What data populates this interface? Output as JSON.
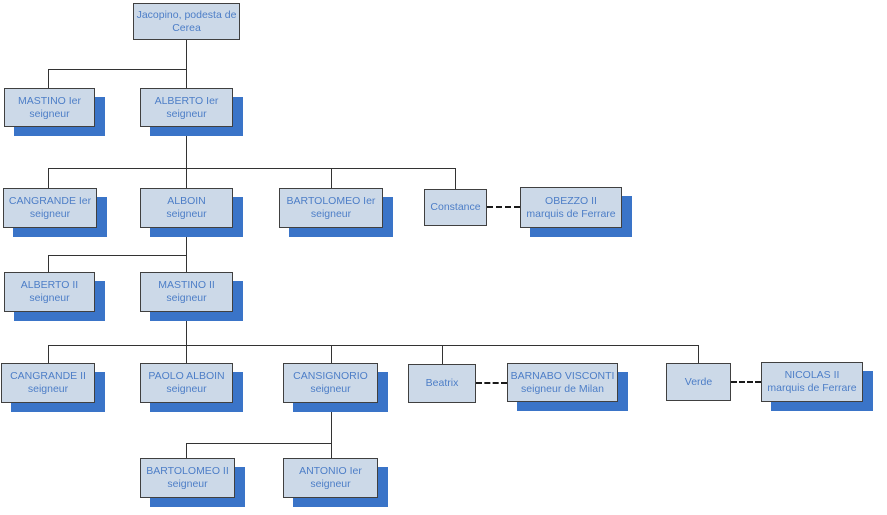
{
  "diagram": {
    "type": "family-tree",
    "description": "Genealogy chart of the seigneurs (Scaliger lords) descending from Jacopino, podesta de Cerea",
    "colors": {
      "box_fill": "#ccd9e8",
      "box_border": "#404040",
      "shadow": "#3a74c8",
      "text": "#4d7ec7",
      "line": "#333333"
    },
    "nodes": {
      "jacopino": {
        "line1": "Jacopino, podesta de",
        "line2": "Cerea"
      },
      "mastino_i": {
        "line1": "MASTINO Ier",
        "line2": "seigneur"
      },
      "alberto_i": {
        "line1": "ALBERTO Ier",
        "line2": "seigneur"
      },
      "cangrande_i": {
        "line1": "CANGRANDE Ier",
        "line2": "seigneur"
      },
      "alboin": {
        "line1": "ALBOIN",
        "line2": "seigneur"
      },
      "bartolomeo_i": {
        "line1": "BARTOLOMEO Ier",
        "line2": "seigneur"
      },
      "constance": {
        "line1": "Constance",
        "line2": ""
      },
      "obezzo_ii": {
        "line1": "OBEZZO II",
        "line2": "marquis de Ferrare"
      },
      "alberto_ii": {
        "line1": "ALBERTO II",
        "line2": "seigneur"
      },
      "mastino_ii": {
        "line1": "MASTINO II",
        "line2": "seigneur"
      },
      "cangrande_ii": {
        "line1": "CANGRANDE II",
        "line2": "seigneur"
      },
      "paolo_alboin": {
        "line1": "PAOLO ALBOIN",
        "line2": "seigneur"
      },
      "cansignorio": {
        "line1": "CANSIGNORIO",
        "line2": "seigneur"
      },
      "beatrix": {
        "line1": "Beatrix",
        "line2": ""
      },
      "barnabo_visconti": {
        "line1": "BARNABO VISCONTI",
        "line2": "seigneur de Milan"
      },
      "verde": {
        "line1": "Verde",
        "line2": ""
      },
      "nicolas_ii": {
        "line1": "NICOLAS II",
        "line2": "marquis de Ferrare"
      },
      "bartolomeo_ii": {
        "line1": "BARTOLOMEO II",
        "line2": "seigneur"
      },
      "antonio_i": {
        "line1": "ANTONIO Ier",
        "line2": "seigneur"
      }
    }
  }
}
